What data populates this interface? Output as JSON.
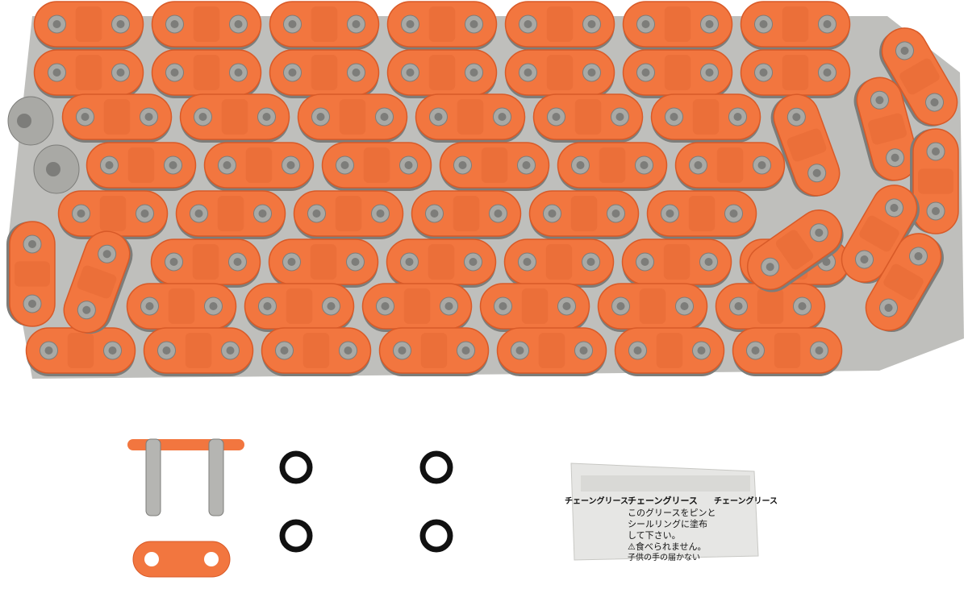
{
  "colors": {
    "link_orange": "#f2763f",
    "link_orange_dark": "#d85a28",
    "steel": "#a9a9a5",
    "steel_dark": "#7d7d7a",
    "o_ring": "#111111"
  },
  "grease_packet": {
    "title": "チェーングリース",
    "line1": "このグリースをピンと",
    "line2": "シールリングに塗布",
    "line3": "して下さい。",
    "warning": "⚠食べられません。",
    "line5": "子供の手の届かない"
  }
}
